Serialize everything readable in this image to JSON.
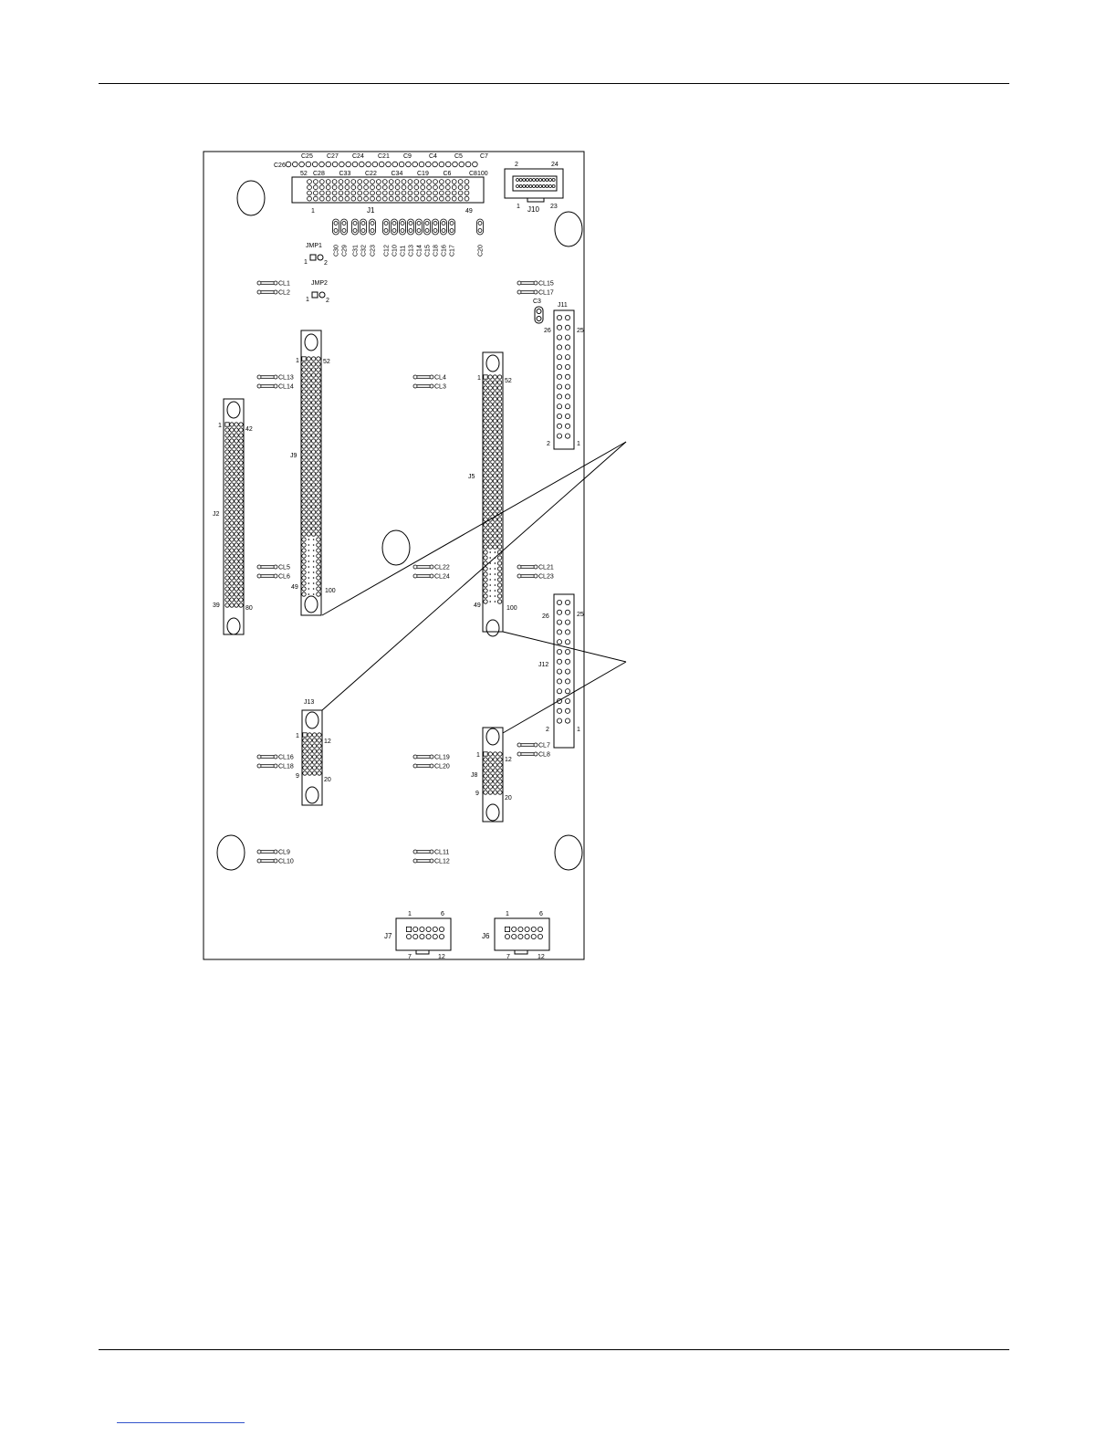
{
  "board": {
    "connectors": {
      "J1": {
        "label": "J1",
        "pins": {
          "first": "1",
          "mid_top": "52",
          "right_bottom": "49",
          "right_top": "100"
        }
      },
      "J2": {
        "label": "J2",
        "pins": {
          "p1": "1",
          "p42": "42",
          "p39": "39",
          "p80": "80"
        }
      },
      "J5": {
        "label": "J5",
        "pins": {
          "p1": "1",
          "p52": "52",
          "p49": "49",
          "p100": "100"
        }
      },
      "J6": {
        "label": "J6",
        "pins": {
          "p1": "1",
          "p6": "6",
          "p7": "7",
          "p12": "12"
        }
      },
      "J7": {
        "label": "J7",
        "pins": {
          "p1": "1",
          "p6": "6",
          "p7": "7",
          "p12": "12"
        }
      },
      "J8": {
        "label": "J8",
        "pins": {
          "p1": "1",
          "p12": "12",
          "p9": "9",
          "p20": "20"
        }
      },
      "J9": {
        "label": "J9",
        "pins": {
          "p1": "1",
          "p52": "52",
          "p49": "49",
          "p100": "100"
        }
      },
      "J10": {
        "label": "J10",
        "pins": {
          "p1": "1",
          "p2": "2",
          "p23": "23",
          "p24": "24"
        }
      },
      "J11": {
        "label": "J11",
        "pins": {
          "p26": "26",
          "p25": "25",
          "p2": "2",
          "p1": "1"
        }
      },
      "J12": {
        "label": "J12",
        "pins": {
          "p26": "26",
          "p25": "25",
          "p2": "2",
          "p1": "1"
        }
      },
      "J13": {
        "label": "J13",
        "pins": {
          "p1": "1",
          "p12": "12",
          "p9": "9",
          "p20": "20"
        }
      }
    },
    "jumpers": {
      "JMP1": {
        "label": "JMP1",
        "pin1": "1",
        "pin2": "2"
      },
      "JMP2": {
        "label": "JMP2",
        "pin1": "1",
        "pin2": "2"
      }
    },
    "capacitors_top_row1": [
      "C25",
      "C27",
      "C24",
      "C21",
      "C9",
      "C4",
      "C5",
      "C7"
    ],
    "capacitors_top_row2": [
      "C28",
      "C33",
      "C22",
      "C34",
      "C19",
      "C6",
      "C8"
    ],
    "capacitor_c26": "C26",
    "capacitors_vertical": [
      "C30",
      "C29",
      "C31",
      "C32",
      "C23",
      "C12",
      "C10",
      "C11",
      "C13",
      "C14",
      "C15",
      "C18",
      "C16",
      "C17"
    ],
    "capacitor_c20": "C20",
    "capacitor_c3": "C3",
    "clips": {
      "CL1": "CL1",
      "CL2": "CL2",
      "CL3": "CL3",
      "CL4": "CL4",
      "CL5": "CL5",
      "CL6": "CL6",
      "CL7": "CL7",
      "CL8": "CL8",
      "CL9": "CL9",
      "CL10": "CL10",
      "CL11": "CL11",
      "CL12": "CL12",
      "CL13": "CL13",
      "CL14": "CL14",
      "CL15": "CL15",
      "CL16": "CL16",
      "CL17": "CL17",
      "CL18": "CL18",
      "CL19": "CL19",
      "CL20": "CL20",
      "CL21": "CL21",
      "CL22": "CL22",
      "CL23": "CL23",
      "CL24": "CL24"
    }
  }
}
